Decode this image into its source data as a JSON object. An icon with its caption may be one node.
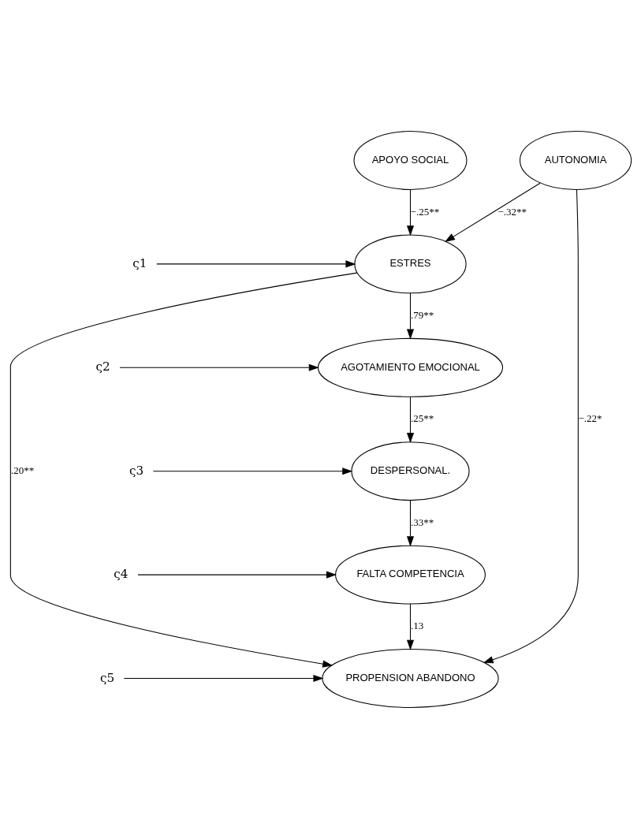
{
  "diagram": {
    "nodes": [
      {
        "text": [
          "APOYO SOCIAL"
        ]
      },
      {
        "text": [
          "AUTONOMIA"
        ]
      },
      {
        "text": [
          "ESTRES"
        ]
      },
      {
        "text": [
          "ς1"
        ]
      },
      {
        "text": [
          "AGOTAMIENTO EMOCIONAL"
        ]
      },
      {
        "text": [
          "ς2"
        ]
      },
      {
        "text": [
          "DESPERSONAL."
        ]
      },
      {
        "text": [
          "ς3"
        ]
      },
      {
        "text": [
          "FALTA COMPETENCIA"
        ]
      },
      {
        "text": [
          "ς4"
        ]
      },
      {
        "text": [
          "PROPENSION ABANDONO"
        ]
      },
      {
        "text": [
          "ς5"
        ]
      }
    ],
    "edges": [
      {
        "from": 0,
        "to": 2,
        "arrow": "to",
        "label": "−.25**"
      },
      {
        "from": 1,
        "to": 2,
        "arrow": "to",
        "label": "−.32**"
      },
      {
        "from": 3,
        "to": 2,
        "arrow": "to"
      },
      {
        "from": 2,
        "to": 4,
        "arrow": "to",
        "label": ".79**"
      },
      {
        "from": 5,
        "to": 4,
        "arrow": "to"
      },
      {
        "from": 4,
        "to": 6,
        "arrow": "to",
        "label": ".25**"
      },
      {
        "from": 7,
        "to": 6,
        "arrow": "to"
      },
      {
        "from": 6,
        "to": 8,
        "arrow": "to",
        "label": ".33**"
      },
      {
        "from": 9,
        "to": 8,
        "arrow": "to"
      },
      {
        "from": 8,
        "to": 10,
        "arrow": "to",
        "label": ".13"
      },
      {
        "from": 2,
        "to": 10,
        "arrow": "to",
        "label": ".20**"
      },
      {
        "from": 1,
        "to": 10,
        "arrow": "to",
        "label": "−.22*"
      },
      {
        "from": 11,
        "to": 10,
        "arrow": "to"
      }
    ]
  }
}
